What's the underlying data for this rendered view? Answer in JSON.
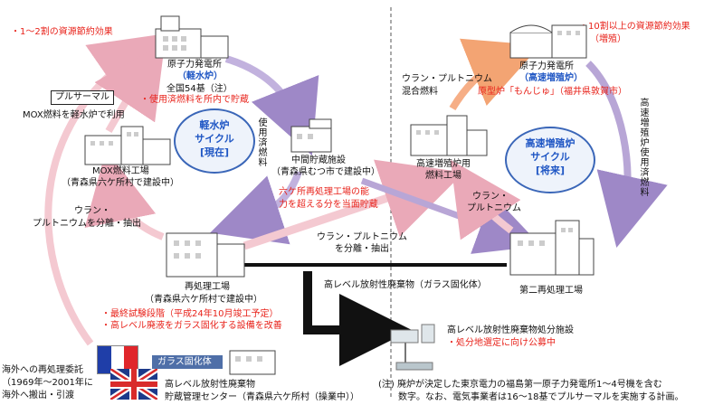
{
  "top_left_note": "・1～2割の資源節約効果",
  "top_right_note": [
    "・10割以上の資源節約効果",
    "（増殖）"
  ],
  "left_cycle": {
    "title": "軽水炉",
    "subtitle": "サイクル",
    "status": "[現在]"
  },
  "right_cycle": {
    "title": "高速増殖炉",
    "subtitle": "サイクル",
    "status": "[将来]"
  },
  "lwr_plant": {
    "name": "原子力発電所",
    "type": "（軽水炉）",
    "count": "全国54基（注）",
    "note": "・使用済燃料を所内で貯蔵"
  },
  "pluthermal": {
    "label": "プルサーマル",
    "desc": "MOX燃料を軽水炉で利用"
  },
  "mox_plant": {
    "name": "MOX燃料工場",
    "location": "（青森県六ケ所村で建設中）"
  },
  "spent_fuel_vertical": "使用済燃料",
  "interim": {
    "name": "中間貯蔵施設",
    "location": "（青森県むつ市で建設中）",
    "note": [
      "六ケ所再処理工場の能",
      "力を超える分を当面貯蔵"
    ]
  },
  "left_up_arrow_text": [
    "ウラン・",
    "プルトニウムを分離・抽出"
  ],
  "reproc": {
    "name": "再処理工場",
    "location": "（青森県六ケ所村で建設中）",
    "notes": [
      "・最終試験段階（平成24年10月竣工予定）",
      "・高レベル廃液をガラス固化する設備を改善"
    ]
  },
  "center_arrow_text": [
    "ウラン・プルトニウム",
    "を分離・抽出"
  ],
  "hlw_glass": "高レベル放射性廃棄物（ガラス固化体）",
  "second_reproc": "第二再処理工場",
  "fbr_plant": {
    "name": "原子力発電所",
    "type": "（高速増殖炉）",
    "note": "原型炉「もんじゅ」（福井県敦賀市）"
  },
  "mixed_fuel": [
    "ウラン・プルトニウム",
    "混合燃料"
  ],
  "fbr_fuel": {
    "line1": "高速増殖炉用",
    "line2": "燃料工場"
  },
  "fbr_right_up_text": [
    "ウラン・",
    "プルトニウム"
  ],
  "fbr_spent_vertical": "高速増殖炉使用済燃料",
  "disposal": {
    "name": "高レベル放射性廃棄物処分施設",
    "note": "・処分地選定に向け公募中"
  },
  "overseas": {
    "lines": [
      "海外への再処理委託",
      "（1969年～2001年に",
      "海外へ搬出・引渡"
    ]
  },
  "glass_tag": "ガラス固化体",
  "storage_center": {
    "line1": "高レベル放射性廃棄物",
    "line2": "貯蔵管理センター（青森県六ケ所村（操業中））"
  },
  "footnote": [
    "(注) 廃炉が決定した東京電力の福島第一原子力発電所1～4号機を含む",
    "数字。なお、電気事業者は16～18基でプルサーマルを実施する計画。"
  ],
  "colors": {
    "red": "#e8231b",
    "blue": "#1f56c4",
    "pink_arrow": "#f4c9d1",
    "purple_arrow": "#b8a6d6",
    "orange_arrow": "#f6ae86",
    "dark_arrow": "#1b1b1b"
  }
}
